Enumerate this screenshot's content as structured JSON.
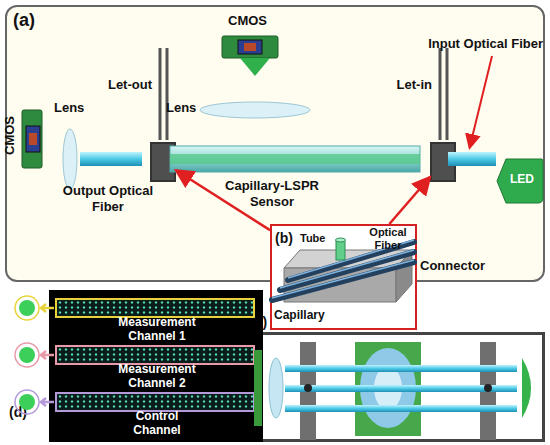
{
  "diagram": {
    "nodes": [
      {
        "text": [
          "(a)"
        ]
      },
      {
        "text": [
          "Let-out"
        ],
        "in": 0
      },
      {
        "text": [
          "Let-in"
        ],
        "in": 0
      },
      {
        "text": [
          "LED"
        ],
        "in": 0
      },
      {
        "text": [
          "(b)"
        ]
      },
      {
        "text": [
          "(c)"
        ]
      },
      {
        "text": [
          "(d)"
        ]
      },
      {
        "text": [
          "Measurement Channel 1"
        ],
        "in": 6
      },
      {
        "text": [
          "Measurement Channel 2"
        ],
        "in": 6
      },
      {
        "text": [
          "Control Channel"
        ],
        "in": 6
      }
    ],
    "edges": [
      {
        "from": 4,
        "to": 1,
        "arrow": "to"
      },
      {
        "from": 4,
        "to": 2,
        "arrow": "to"
      }
    ],
    "labels": [
      "CMOS",
      "Lens",
      "CMOS",
      "Lens",
      "Input Optical Fiber",
      "Output Optical Fiber",
      "Capillary-LSPR Sensor",
      "Connector",
      "Tube",
      "Optical Fiber",
      "Capillary"
    ]
  }
}
